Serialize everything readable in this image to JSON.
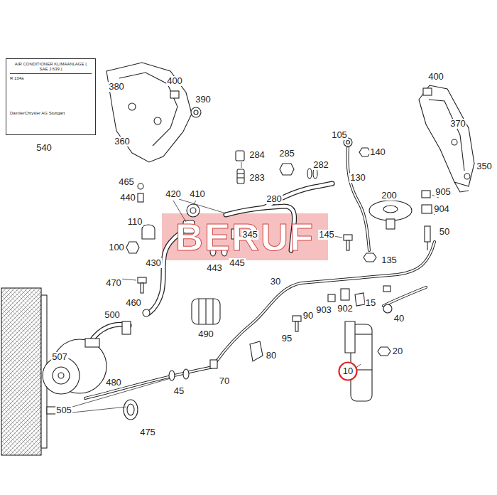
{
  "diagram": {
    "nodes": [
      {
        "text": [
          "AIR CONDITIONER KLIMAANLAGE ( SAE J 639 )",
          "R 134a",
          "DaimlerChrysler AG Stuttgart"
        ]
      },
      {
        "text": [
          "10"
        ]
      }
    ],
    "labels": [
      "400",
      "380",
      "390",
      "360",
      "540",
      "400",
      "370",
      "350",
      "105",
      "140",
      "284",
      "285",
      "282",
      "283",
      "130",
      "200",
      "905",
      "904",
      "465",
      "420",
      "410",
      "440",
      "280",
      "110",
      "145",
      "50",
      "345",
      "100",
      "443",
      "445",
      "135",
      "430",
      "470",
      "30",
      "903",
      "902",
      "15",
      "500",
      "460",
      "90",
      "40",
      "490",
      "95",
      "20",
      "507",
      "80",
      "480",
      "45",
      "70",
      "505",
      "475",
      "BERUF"
    ]
  }
}
